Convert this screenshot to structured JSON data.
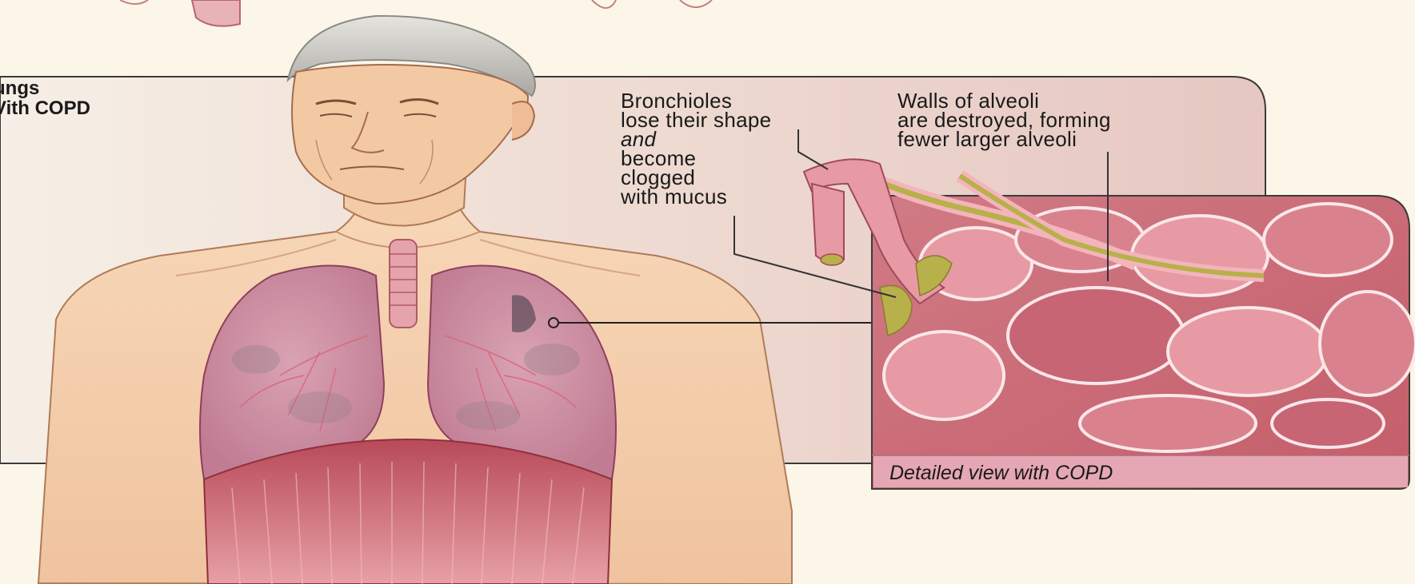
{
  "panel_title": {
    "line1": "ungs",
    "line2": "Vith COPD"
  },
  "label_bronchioles": {
    "line1": "Bronchioles",
    "line2": "lose their shape",
    "line3": "and",
    "line4": "become",
    "line5": "clogged",
    "line6": "with mucus"
  },
  "label_alveoli": {
    "line1": "Walls of alveoli",
    "line2": "are destroyed, forming",
    "line3": "fewer larger alveoli"
  },
  "inset_caption": "Detailed view with COPD",
  "colors": {
    "background": "#fbf6e8",
    "panel_fill": "#ecd3cb",
    "inset_frame": "#d98f99",
    "caption_band": "#e6a7b4",
    "tissue": "#c9606c",
    "mucus": "#b8b04a",
    "skin": "#f5cfaa",
    "lung": "#cf8fa1",
    "diaphragm": "#c95f6b"
  }
}
